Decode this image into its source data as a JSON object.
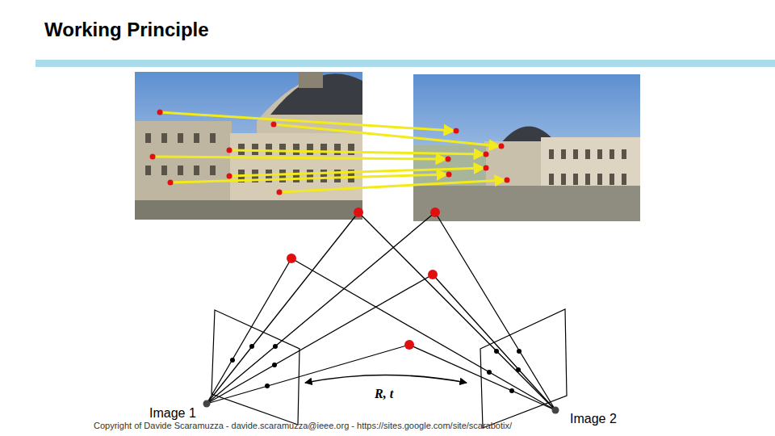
{
  "diagram": {
    "title": "Working Principle",
    "labels": [
      "R, t",
      "Image 1",
      "Image 2",
      "Copyright of Davide Scaramuzza - davide.scaramuzza@ieee.org - https://sites.google.com/site/scarabotix/"
    ]
  }
}
